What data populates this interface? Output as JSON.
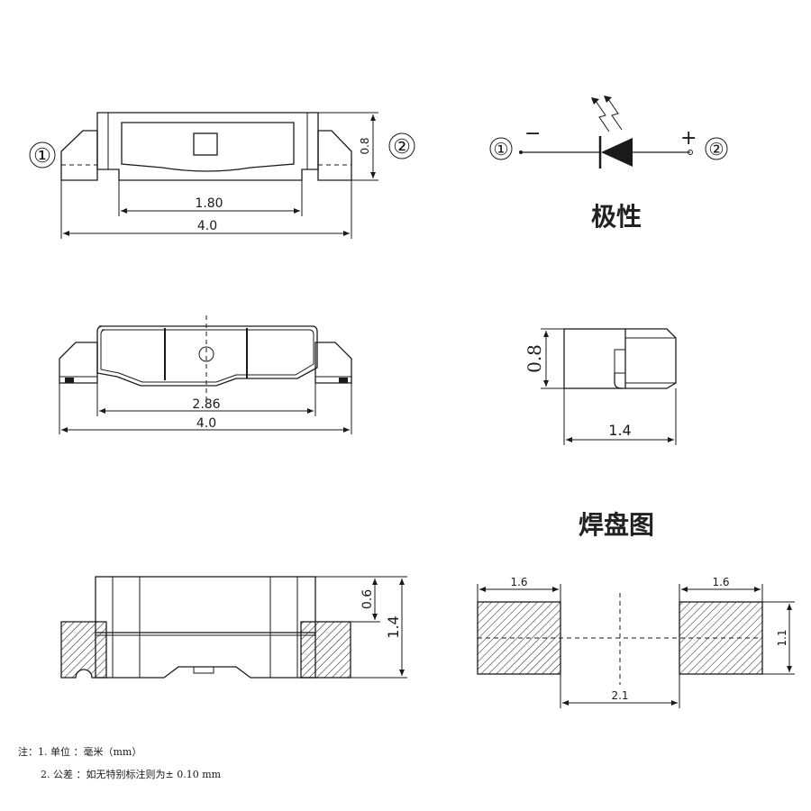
{
  "top_view": {
    "pin_left": "①",
    "pin_right": "②",
    "dim_height": "0.8",
    "dim_inner": "1.80",
    "dim_total": "4.0"
  },
  "polarity": {
    "pin_left": "①",
    "pin_right": "②",
    "minus": "−",
    "plus": "+",
    "label": "极性"
  },
  "bottom_view": {
    "dim_inner": "2.86",
    "dim_total": "4.0"
  },
  "side_view": {
    "dim_height": "0.8",
    "dim_width": "1.4"
  },
  "front_view": {
    "dim_small": "0.6",
    "dim_large": "1.4"
  },
  "pad_layout": {
    "title": "焊盘图",
    "pad_left_width": "1.6",
    "pad_right_width": "1.6",
    "pad_height": "1.1",
    "gap": "2.1"
  },
  "notes": {
    "line1": "注：1. 单位 ：毫米（mm）",
    "line2": "2. 公差 ：如无特别标注则为± 0.10 mm"
  },
  "colors": {
    "line": "#1a1a1a",
    "diode": "#1a1a1a",
    "hatch": "#1a1a1a"
  }
}
